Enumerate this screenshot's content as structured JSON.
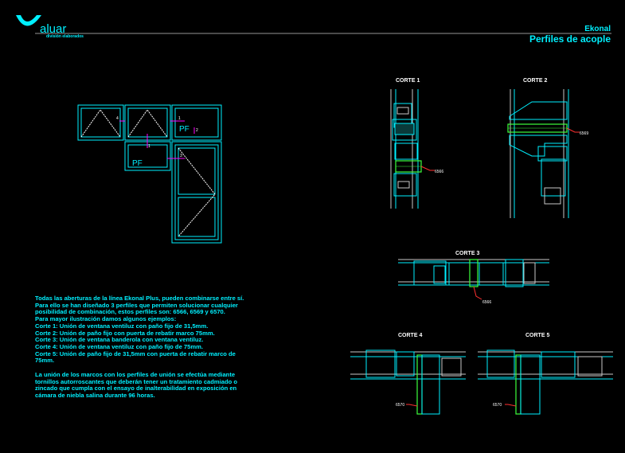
{
  "brand": {
    "name": "aluar",
    "subtitle": "división elaborados"
  },
  "header": {
    "project": "Ekonal",
    "title": "Perfiles de acople"
  },
  "elevation": {
    "pf_labels": [
      "PF",
      "PF"
    ],
    "callouts": [
      "4",
      "1",
      "2",
      "1",
      "3"
    ]
  },
  "sections": [
    {
      "title": "CORTE 1",
      "code": "6566"
    },
    {
      "title": "CORTE 2",
      "code": "6569"
    },
    {
      "title": "CORTE 3",
      "code": "6566"
    },
    {
      "title": "CORTE 4",
      "code": "6570"
    },
    {
      "title": "CORTE 5",
      "code": "6570"
    }
  ],
  "notes": {
    "paragraph1": [
      "Todas las aberturas de la línea Ekonal Plus, pueden combinarse entre sí.",
      "Para ello se han diseñado 3 perfiles que permiten solucionar cualquier",
      "posibilidad de combinación, estos perfiles son: 6566, 6569 y 6570.",
      "Para mayor ilustración damos algunos ejemplos:",
      "Corte 1: Unión de ventana ventiluz con paño fijo de 31,5mm.",
      "Corte 2: Unión de paño fijo con puerta de rebatir marco 75mm.",
      "Corte 3: Unión de ventana banderola con ventana ventiluz.",
      "Corte 4: Unión de ventana ventiluz con paño fijo de 75mm.",
      "Corte 5: Unión de paño fijo de 31,5mm con puerta de rebatir marco de",
      "75mm."
    ],
    "paragraph2": [
      "La unión de los marcos con los perfiles de unión se efectúa mediante",
      "tornillos autorroscantes que deberán tener un tratamiento cadmiado o",
      "zincado que cumpla con el ensayo de inalterabilidad en exposición en",
      "cámara de niebla salina durante 96 horas."
    ]
  },
  "colors": {
    "background": "#000000",
    "cyan": "#00f0ff",
    "magenta": "#ff00ff",
    "green": "#3cff3c",
    "red": "#ff3030",
    "gray": "#c8c8c8"
  }
}
